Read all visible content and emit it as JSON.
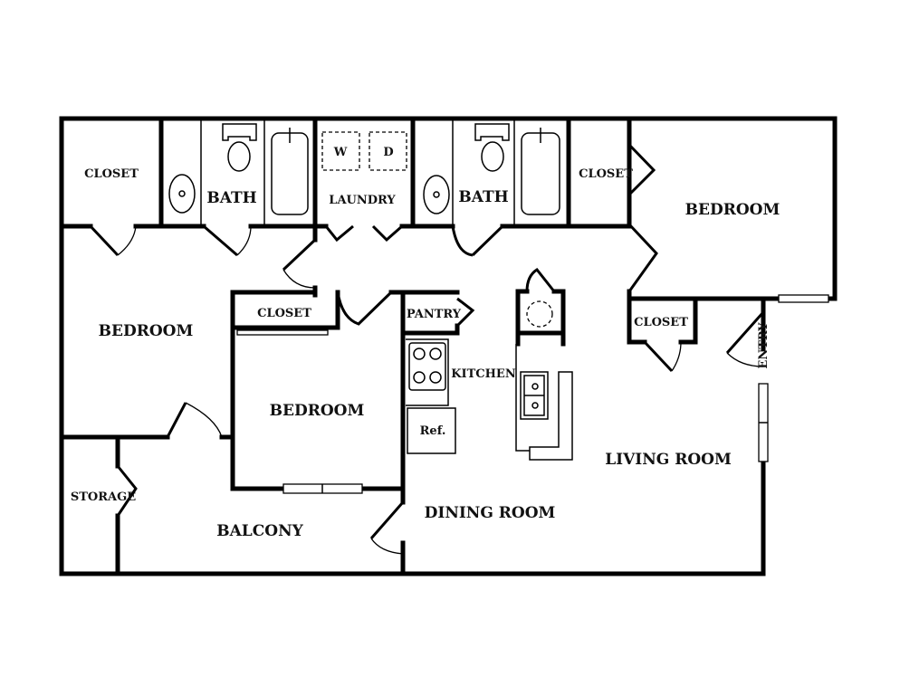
{
  "rooms": {
    "closet_top_left": "CLOSET",
    "bath_left": "BATH",
    "laundry": "LAUNDRY",
    "washer": "W",
    "dryer": "D",
    "bath_right": "BATH",
    "closet_top_right": "CLOSET",
    "bedroom_right": "BEDROOM",
    "bedroom_left": "BEDROOM",
    "closet_center": "CLOSET",
    "bedroom_center": "BEDROOM",
    "pantry": "PANTRY",
    "kitchen": "KITCHEN",
    "refrigerator": "Ref.",
    "closet_entry": "CLOSET",
    "entry": "ENTRY",
    "living_room": "LIVING ROOM",
    "dining_room": "DINING ROOM",
    "storage": "STORAGE",
    "balcony": "BALCONY"
  }
}
